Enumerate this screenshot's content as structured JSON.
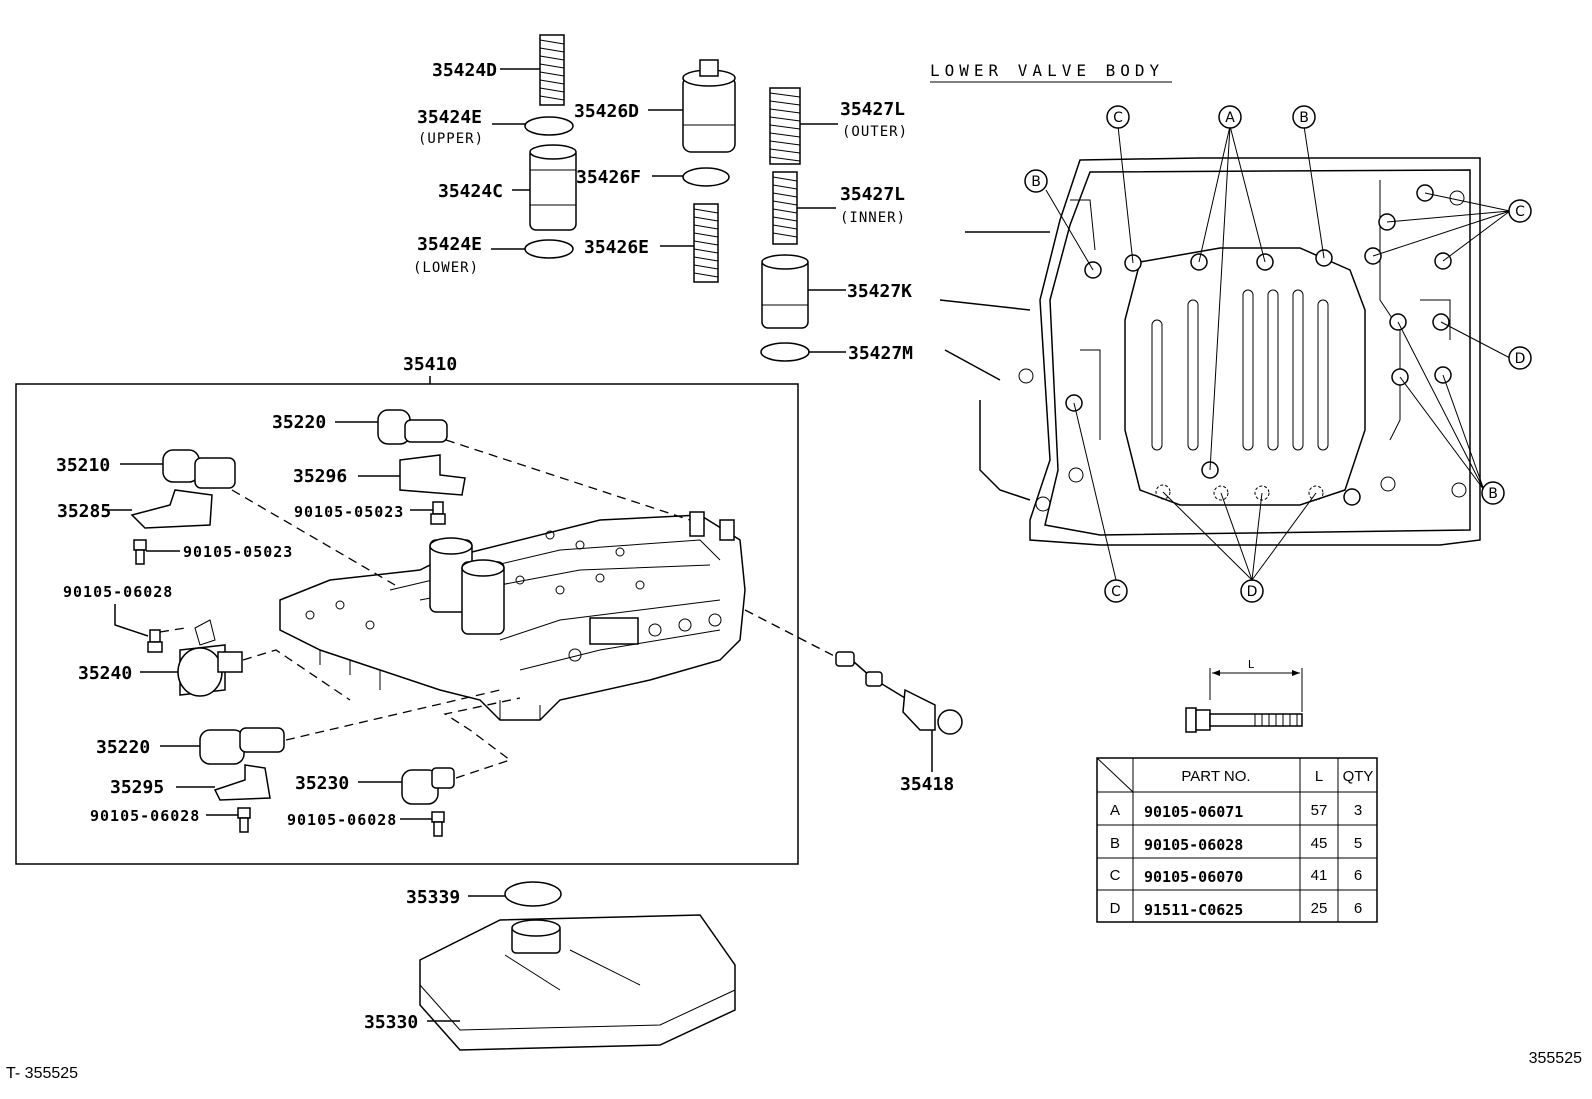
{
  "labels": {
    "p35424D": "35424D",
    "p35424E_u": "35424E",
    "upper": "(UPPER)",
    "p35426D": "35426D",
    "p35424C": "35424C",
    "p35426F": "35426F",
    "p35424E_l": "35424E",
    "lower": "(LOWER)",
    "p35426E": "35426E",
    "p35427L_o": "35427L",
    "outer": "(OUTER)",
    "p35427L_i": "35427L",
    "inner": "(INNER)",
    "p35427K": "35427K",
    "p35427M": "35427M",
    "p35410": "35410",
    "p35220_a": "35220",
    "p35210": "35210",
    "p35296": "35296",
    "p35285": "35285",
    "b9010505023_a": "90105-05023",
    "b9010505023_b": "90105-05023",
    "b9010506028_a": "90105-06028",
    "p35240": "35240",
    "p35220_b": "35220",
    "p35295": "35295",
    "p35230": "35230",
    "b9010506028_b": "90105-06028",
    "b9010506028_c": "90105-06028",
    "p35418": "35418",
    "p35339": "35339",
    "p35330": "35330",
    "lower_valve_body": "LOWER VALVE BODY",
    "dim_L": "L",
    "foot_left": "T- 355525",
    "foot_right": "355525"
  },
  "callouts": {
    "A": "A",
    "B": "B",
    "C": "C",
    "D": "D"
  },
  "bolt_table": {
    "headers": [
      "PART NO.",
      "L",
      "QTY"
    ],
    "rows": [
      {
        "key": "A",
        "part_no": "90105-06071",
        "L": "57",
        "qty": "3"
      },
      {
        "key": "B",
        "part_no": "90105-06028",
        "L": "45",
        "qty": "5"
      },
      {
        "key": "C",
        "part_no": "90105-06070",
        "L": "41",
        "qty": "6"
      },
      {
        "key": "D",
        "part_no": "91511-C0625",
        "L": "25",
        "qty": "6"
      }
    ]
  }
}
